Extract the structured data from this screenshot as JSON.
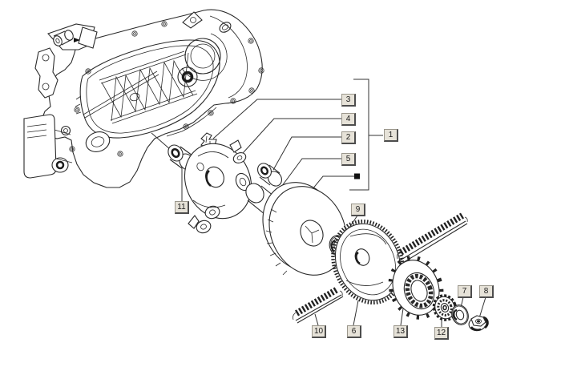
{
  "diagram": {
    "type": "exploded-parts-diagram",
    "subject": "engine-crankcase-and-variator-assembly",
    "colors": {
      "background": "#ffffff",
      "line": "#2a2a2a",
      "callout_fill": "#e6e2d8",
      "callout_border": "#9b978c",
      "callout_shadow": "#4d4d4d",
      "callout_text": "#1a1a1a"
    },
    "callouts": [
      {
        "label": "1"
      },
      {
        "label": "2"
      },
      {
        "label": "3"
      },
      {
        "label": "4"
      },
      {
        "label": "5"
      },
      {
        "label": "6"
      },
      {
        "label": "7"
      },
      {
        "label": "8"
      },
      {
        "label": "9"
      },
      {
        "label": "10"
      },
      {
        "label": "11"
      },
      {
        "label": "12"
      },
      {
        "label": "13"
      }
    ],
    "bracket_group": {
      "parent": "1",
      "children": [
        "3",
        "4",
        "2",
        "5"
      ],
      "includes_unlabeled_part_marker": true,
      "marker_shape": "filled-square"
    }
  }
}
